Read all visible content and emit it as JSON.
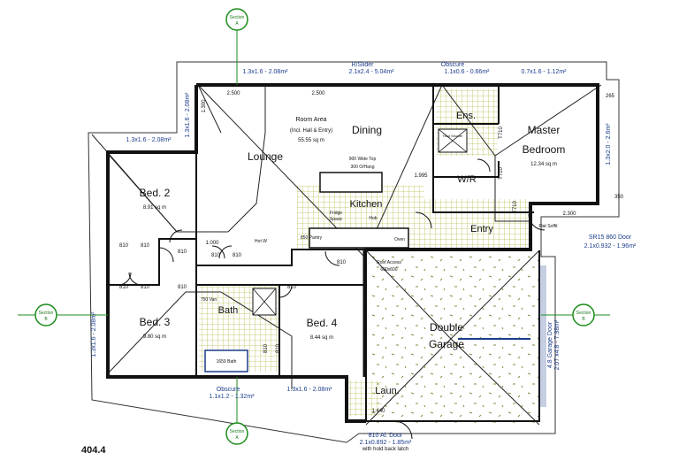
{
  "sections": {
    "label": "Section",
    "top": "A",
    "bottom": "A",
    "left": "B",
    "right": "B"
  },
  "dimensions": {
    "win_top_1": "1.3x1.6 - 2.08m²",
    "win_top_slider_a": "R/Slider",
    "win_top_slider_b": "2.1x2.4 - 5.04m²",
    "win_top_obscure_a": "Obscure",
    "win_top_obscure_b": "1.1x0.6 - 0.66m²",
    "win_top_4": "0.7x1.6 - 1.12m²",
    "win_left_top": "1.3x1.6 - 2.08m²",
    "win_bed2": "1.3x1.6 - 2.08m²",
    "win_bed3": "1.3x1.6 - 2.08m²",
    "win_master": "1.3x2.0 - 2.6m²",
    "win_bottom_obscure_a": "Obscure",
    "win_bottom_obscure_b": "1.1x1.2 - 1.32m²",
    "win_bed4": "1.3x1.6 - 2.08m²",
    "garage_door_a": "4.8 Garage Door",
    "garage_door_b": "2.07 x4.8 - 7.98m²",
    "entry_door_a": "SR15 860 Door",
    "entry_door_b": "2.1x0.932 - 1.96m²",
    "laundry_door_a": "810 Al. Door",
    "laundry_door_b": "2.1x0.892 - 1.85m²",
    "laundry_door_c": "with hold back latch",
    "d2500_a": "2.500",
    "d2500_b": "2.500",
    "d1000": "1.000",
    "d1300": "1.300",
    "d1440": "1.440",
    "d2300": "2.300",
    "d265": "265",
    "d350": "350",
    "d1995": "1.995"
  },
  "rooms": {
    "room_area_a": "Room Area",
    "room_area_b": "(Incl. Hall & Entry)",
    "room_area_c": "55.55 sq m",
    "dining": "Dining",
    "lounge": "Lounge",
    "bed2": "Bed. 2",
    "bed2_area": "8.91 sq m",
    "bed3": "Bed. 3",
    "bed3_area": "9.80 sq m",
    "bed4": "Bed. 4",
    "bed4_area": "8.44 sq m",
    "master_a": "Master",
    "master_b": "Bedroom",
    "master_area": "12.34 sq m",
    "ens": "Ens.",
    "wir": "W/R",
    "kitchen": "Kitchen",
    "entry": "Entry",
    "bath": "Bath",
    "laun": "Laun.",
    "garage_a": "Double",
    "garage_b": "Garage"
  },
  "notes": {
    "top_wide": "900 Wide Top",
    "oh": "300 O/Hang",
    "roof_access_a": "Roof Access",
    "roof_access_b": "600x600",
    "flat_soffit": "Flat Soffit",
    "bath_1": "1659 Bath",
    "shower_ens": "Tiled Shower",
    "fridge_a": "Fridge",
    "fridge_b": "Space",
    "hob": "Hob",
    "oven": "Oven",
    "pantry": "850 Pantry",
    "van": "750 Van",
    "hot_water": "Hot W",
    "door810_1": "810",
    "door810_2": "810",
    "door810_3": "810",
    "door810_4": "810",
    "door810_5": "810",
    "door810_6": "810",
    "door810_7": "810",
    "door810_8": "810",
    "door810_9": "810",
    "door810_10": "810",
    "door810_11": "810",
    "door810_12": "810",
    "t710_a": "T710",
    "t710_b": "T710",
    "t710_c": "T710",
    "caption": "404.4"
  },
  "colors": {
    "wall": "#111111",
    "dim_blue": "#1a3c8c",
    "section_green": "#1c8c1c",
    "tile": "#bcbc55",
    "garage_speckle": "#8a8a44",
    "roof_line": "#222222"
  }
}
